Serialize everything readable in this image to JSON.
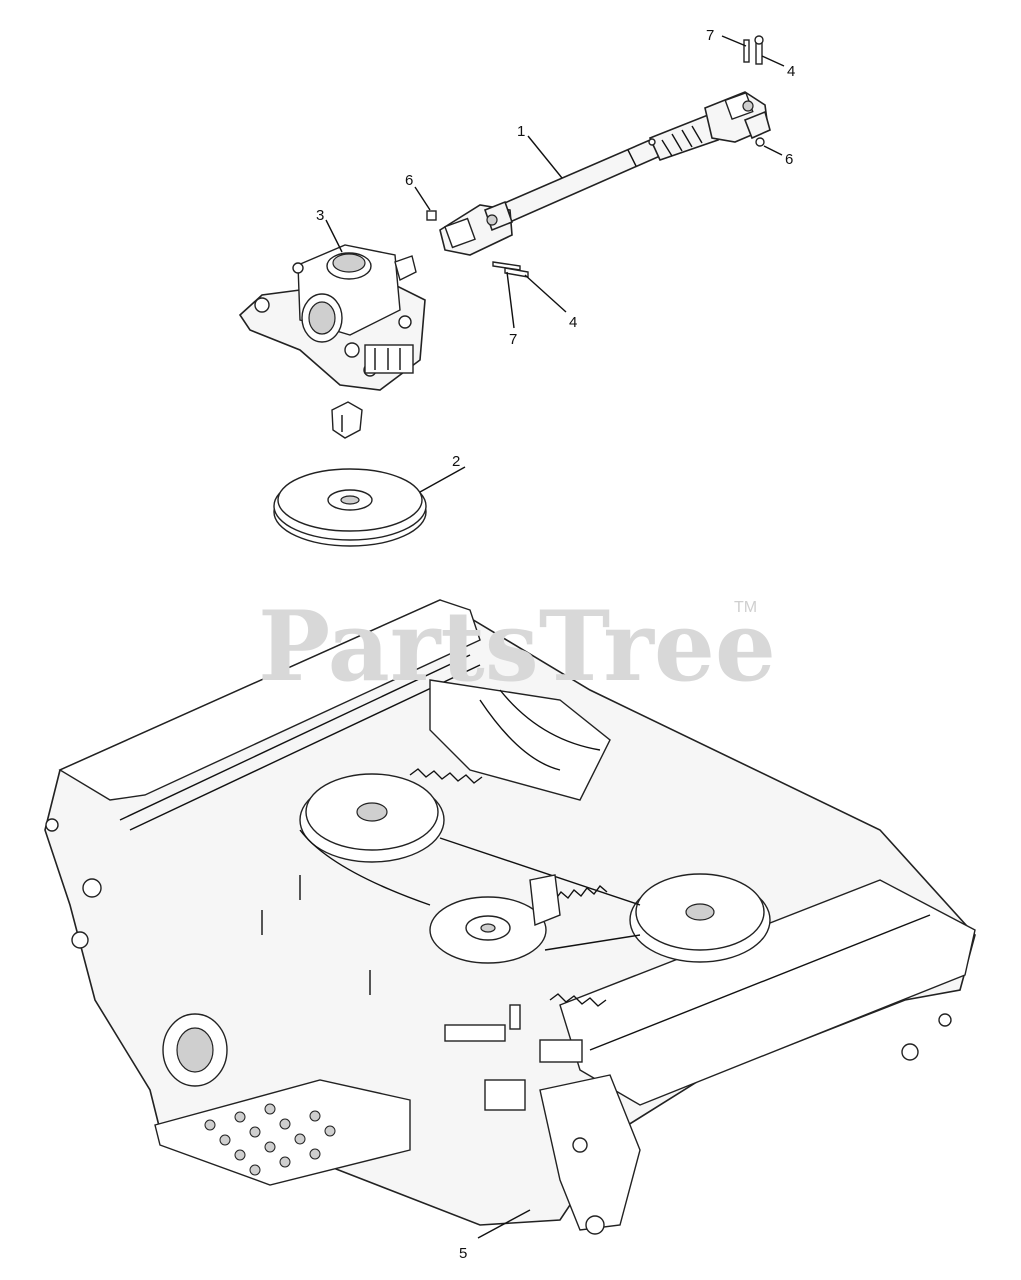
{
  "watermark": {
    "text": "PartsTree",
    "trademark": "TM"
  },
  "callouts": [
    {
      "id": "c1",
      "number": "1"
    },
    {
      "id": "c2",
      "number": "2"
    },
    {
      "id": "c3",
      "number": "3"
    },
    {
      "id": "c4a",
      "number": "4"
    },
    {
      "id": "c4b",
      "number": "4"
    },
    {
      "id": "c5",
      "number": "5"
    },
    {
      "id": "c6a",
      "number": "6"
    },
    {
      "id": "c6b",
      "number": "6"
    },
    {
      "id": "c7a",
      "number": "7"
    },
    {
      "id": "c7b",
      "number": "7"
    }
  ]
}
